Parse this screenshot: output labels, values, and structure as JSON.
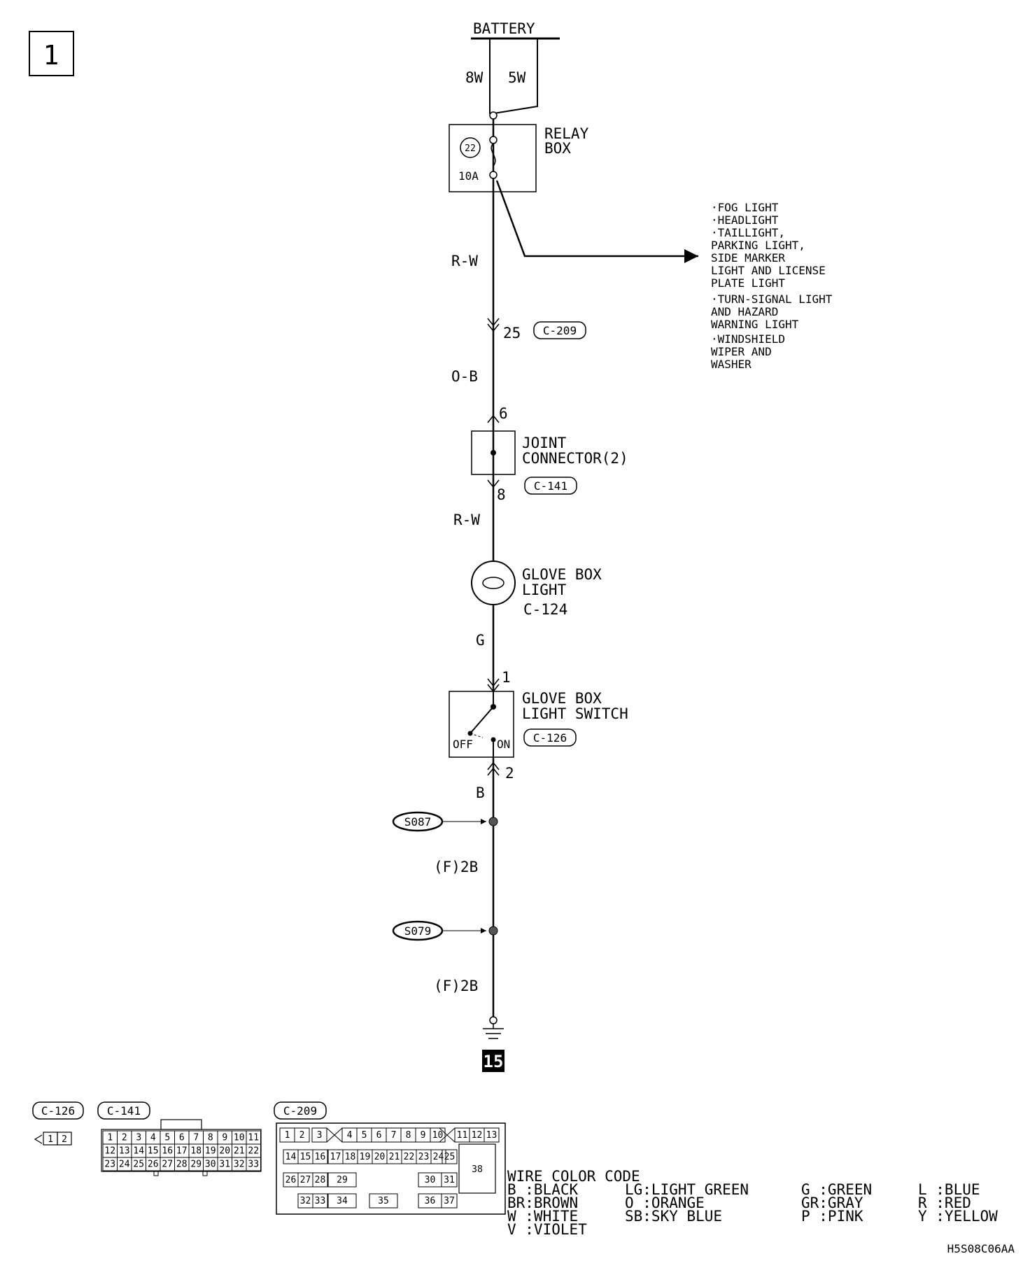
{
  "page_number": "1",
  "battery": {
    "label": "BATTERY",
    "fuse_8w": "8W",
    "fuse_5w": "5W"
  },
  "relay_box": {
    "line1": "RELAY",
    "line2": "BOX",
    "fuse_no": "22",
    "fuse_rating": "10A"
  },
  "loads": [
    "·FOG LIGHT",
    "·HEADLIGHT",
    "·TAILLIGHT,",
    " PARKING LIGHT,",
    " SIDE MARKER",
    " LIGHT AND LICENSE",
    " PLATE LIGHT",
    "·TURN-SIGNAL LIGHT",
    " AND HAZARD",
    " WARNING LIGHT",
    "·WINDSHIELD",
    " WIPER AND",
    " WASHER"
  ],
  "wires": {
    "rw_top": "R-W",
    "ob": "O-B",
    "rw_mid": "R-W",
    "g": "G",
    "b": "B",
    "f2b_1": "(F)2B",
    "f2b_2": "(F)2B"
  },
  "pins": {
    "c209_pin": "25",
    "jc_in": "6",
    "jc_out": "8",
    "sw_in": "1",
    "sw_out": "2"
  },
  "connectors": {
    "c209": "C-209",
    "c141": "C-141",
    "c124": "C-124",
    "c126": "C-126"
  },
  "joint_connector": {
    "line1": "JOINT",
    "line2": "CONNECTOR(2)"
  },
  "glove_box_light": {
    "line1": "GLOVE BOX",
    "line2": "LIGHT",
    "connector": "C-124"
  },
  "glove_box_switch": {
    "line1": "GLOVE BOX",
    "line2": "LIGHT SWITCH",
    "off": "OFF",
    "on": "ON"
  },
  "splices": {
    "s087": "S087",
    "s079": "S079"
  },
  "ground_no": "15",
  "connector_views": {
    "c126_pins": [
      "1",
      "2"
    ],
    "c141_rows": [
      [
        "1",
        "2",
        "3",
        "4",
        "5",
        "6",
        "7",
        "8",
        "9",
        "10",
        "11"
      ],
      [
        "12",
        "13",
        "14",
        "15",
        "16",
        "17",
        "18",
        "19",
        "20",
        "21",
        "22"
      ],
      [
        "23",
        "24",
        "25",
        "26",
        "27",
        "28",
        "29",
        "30",
        "31",
        "32",
        "33"
      ]
    ],
    "c209_row1": [
      "1",
      "2",
      "3",
      "4",
      "5",
      "6",
      "7",
      "8",
      "9",
      "10",
      "11",
      "12",
      "13"
    ],
    "c209_row2": [
      "14",
      "15",
      "16",
      "17",
      "18",
      "19",
      "20",
      "21",
      "22",
      "23",
      "24",
      "25"
    ],
    "c209_row3": [
      "26",
      "27",
      "28",
      "29",
      "30",
      "31"
    ],
    "c209_row4": [
      "32",
      "33",
      "34",
      "35",
      "36",
      "37"
    ],
    "c209_big": "38"
  },
  "wire_color_code": {
    "title": "WIRE COLOR CODE",
    "col1": [
      "B :BLACK",
      "BR:BROWN",
      "W :WHITE",
      "V :VIOLET"
    ],
    "col2": [
      "LG:LIGHT GREEN",
      "O :ORANGE",
      "SB:SKY BLUE"
    ],
    "col3": [
      "G :GREEN",
      "GR:GRAY",
      "P :PINK"
    ],
    "col4": [
      "L :BLUE",
      "R :RED",
      "Y :YELLOW"
    ]
  },
  "figure_code": "H5S08C06AA"
}
